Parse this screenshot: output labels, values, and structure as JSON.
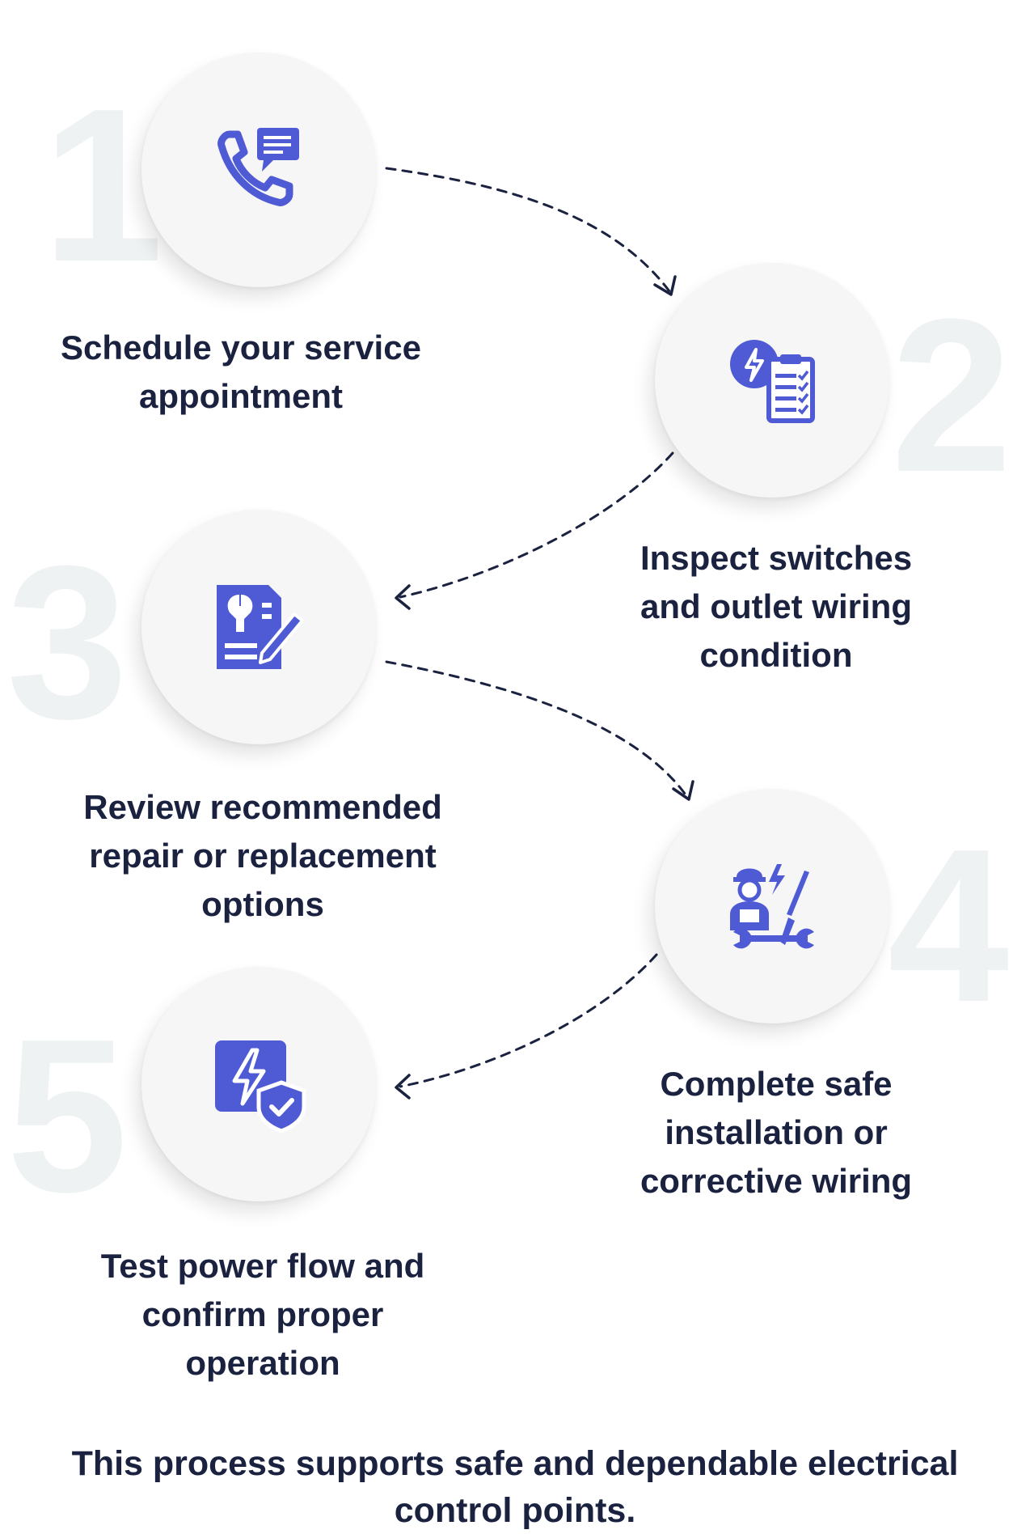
{
  "colors": {
    "accent": "#4f5bd5",
    "text": "#1a2240",
    "number": "#eef2f2",
    "circle": "#f6f6f7"
  },
  "steps": [
    {
      "number": "1",
      "icon": "phone-chat-icon",
      "label": "Schedule your service appointment"
    },
    {
      "number": "2",
      "icon": "electric-inspection-clipboard-icon",
      "label": "Inspect switches and outlet wiring condition"
    },
    {
      "number": "3",
      "icon": "repair-document-icon",
      "label": "Review recommended repair or replacement options"
    },
    {
      "number": "4",
      "icon": "electrician-tools-icon",
      "label": "Complete safe installation or corrective wiring"
    },
    {
      "number": "5",
      "icon": "electric-shield-icon",
      "label": "Test power flow and confirm proper operation"
    }
  ],
  "footer": {
    "text": "This process supports safe and dependable electrical control points."
  }
}
